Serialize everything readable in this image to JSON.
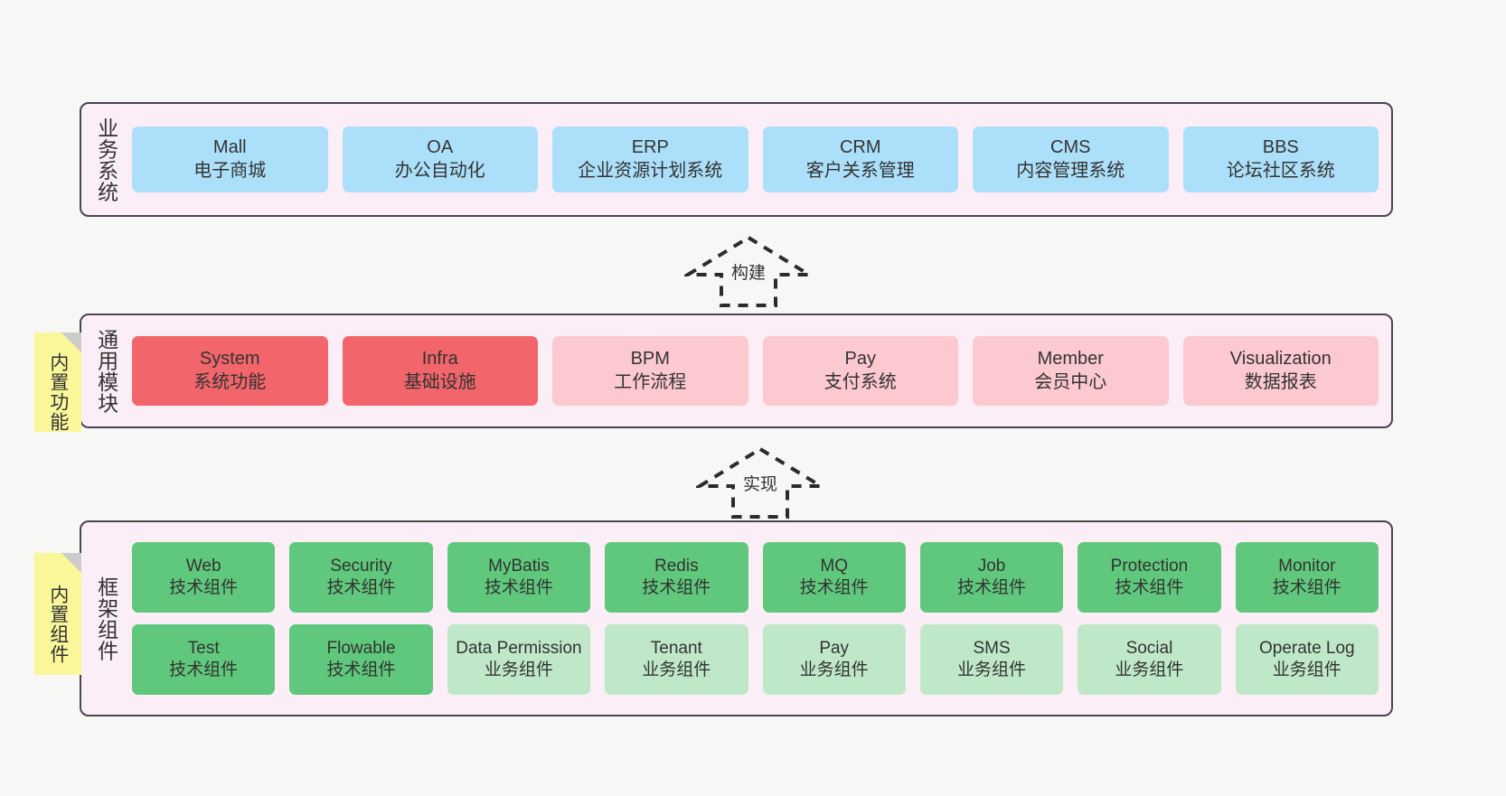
{
  "diagram": {
    "title_hidden": "",
    "colors": {
      "panel_bg": "#fbeef6",
      "panel_border": "#4a4453",
      "business_card": "#ace0fa",
      "module_core": "#f2656a",
      "module_plain": "#fcc9d0",
      "tech_component": "#5fc87c",
      "biz_component": "#bfe8c8",
      "sticky_note": "#faf79a",
      "sticky_fold": "#cccccc",
      "text": "#333333",
      "canvas_bg": "#f7f7f5"
    }
  },
  "layers": [
    {
      "id": "business",
      "title": "业务系统",
      "rows": [
        {
          "cards": [
            {
              "name": "Mall",
              "sub": "电子商城",
              "style": "c-blue"
            },
            {
              "name": "OA",
              "sub": "办公自动化",
              "style": "c-blue"
            },
            {
              "name": "ERP",
              "sub": "企业资源计划系统",
              "style": "c-blue"
            },
            {
              "name": "CRM",
              "sub": "客户关系管理",
              "style": "c-blue"
            },
            {
              "name": "CMS",
              "sub": "内容管理系统",
              "style": "c-blue"
            },
            {
              "name": "BBS",
              "sub": "论坛社区系统",
              "style": "c-blue"
            }
          ]
        }
      ]
    },
    {
      "id": "common",
      "title": "通用模块",
      "rows": [
        {
          "cards": [
            {
              "name": "System",
              "sub": "系统功能",
              "style": "c-red"
            },
            {
              "name": "Infra",
              "sub": "基础设施",
              "style": "c-red"
            },
            {
              "name": "BPM",
              "sub": "工作流程",
              "style": "c-pink"
            },
            {
              "name": "Pay",
              "sub": "支付系统",
              "style": "c-pink"
            },
            {
              "name": "Member",
              "sub": "会员中心",
              "style": "c-pink"
            },
            {
              "name": "Visualization",
              "sub": "数据报表",
              "style": "c-pink"
            }
          ]
        }
      ]
    },
    {
      "id": "framework",
      "title": "框架组件",
      "rows": [
        {
          "cards": [
            {
              "name": "Web",
              "sub": "技术组件",
              "style": "c-green"
            },
            {
              "name": "Security",
              "sub": "技术组件",
              "style": "c-green"
            },
            {
              "name": "MyBatis",
              "sub": "技术组件",
              "style": "c-green"
            },
            {
              "name": "Redis",
              "sub": "技术组件",
              "style": "c-green"
            },
            {
              "name": "MQ",
              "sub": "技术组件",
              "style": "c-green"
            },
            {
              "name": "Job",
              "sub": "技术组件",
              "style": "c-green"
            },
            {
              "name": "Protection",
              "sub": "技术组件",
              "style": "c-green"
            },
            {
              "name": "Monitor",
              "sub": "技术组件",
              "style": "c-green"
            }
          ]
        },
        {
          "cards": [
            {
              "name": "Test",
              "sub": "技术组件",
              "style": "c-green"
            },
            {
              "name": "Flowable",
              "sub": "技术组件",
              "style": "c-green"
            },
            {
              "name": "Data Permission",
              "sub": "业务组件",
              "style": "c-lightgreen"
            },
            {
              "name": "Tenant",
              "sub": "业务组件",
              "style": "c-lightgreen"
            },
            {
              "name": "Pay",
              "sub": "业务组件",
              "style": "c-lightgreen"
            },
            {
              "name": "SMS",
              "sub": "业务组件",
              "style": "c-lightgreen"
            },
            {
              "name": "Social",
              "sub": "业务组件",
              "style": "c-lightgreen"
            },
            {
              "name": "Operate Log",
              "sub": "业务组件",
              "style": "c-lightgreen"
            }
          ]
        }
      ]
    }
  ],
  "sticky_notes": [
    {
      "id": "common",
      "label": "内置功能"
    },
    {
      "id": "framework",
      "label": "内置组件"
    }
  ],
  "arrows": [
    {
      "id": "build",
      "label": "构建",
      "direction": "up",
      "style": "dashed-hollow"
    },
    {
      "id": "impl",
      "label": "实现",
      "direction": "up",
      "style": "dashed-hollow"
    }
  ]
}
